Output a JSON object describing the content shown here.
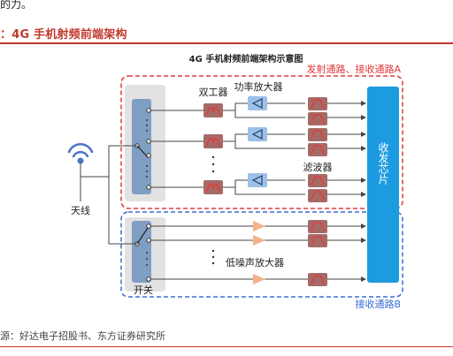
{
  "page": {
    "top_text": "的力。",
    "figure_title": "：4G 手机射频前端架构",
    "source": "源：好达电子招股书、东方证券研究所"
  },
  "diagram": {
    "title": "4G 手机射频前端架构示意图",
    "tx_rx_path_label": "发射通路、接收通路A",
    "rx_path_label": "接收通路B",
    "duplexer_label": "双工器",
    "pa_label": "功率放大器",
    "filter_label": "滤波器",
    "lna_label": "低噪声放大器",
    "antenna_label": "天线",
    "switch_label": "开关",
    "transceiver_label": "收发芯片",
    "colors": {
      "red_dashed": "#e03a3a",
      "blue_dashed": "#3a6fd6",
      "switch_fill": "#7f9ec4",
      "module_fill": "#a66a66",
      "pa_fill": "#9cc0e6",
      "lna_fill": "#f3b18c",
      "transceiver_fill": "#1d9be0",
      "antenna": "#4a73c9"
    }
  }
}
